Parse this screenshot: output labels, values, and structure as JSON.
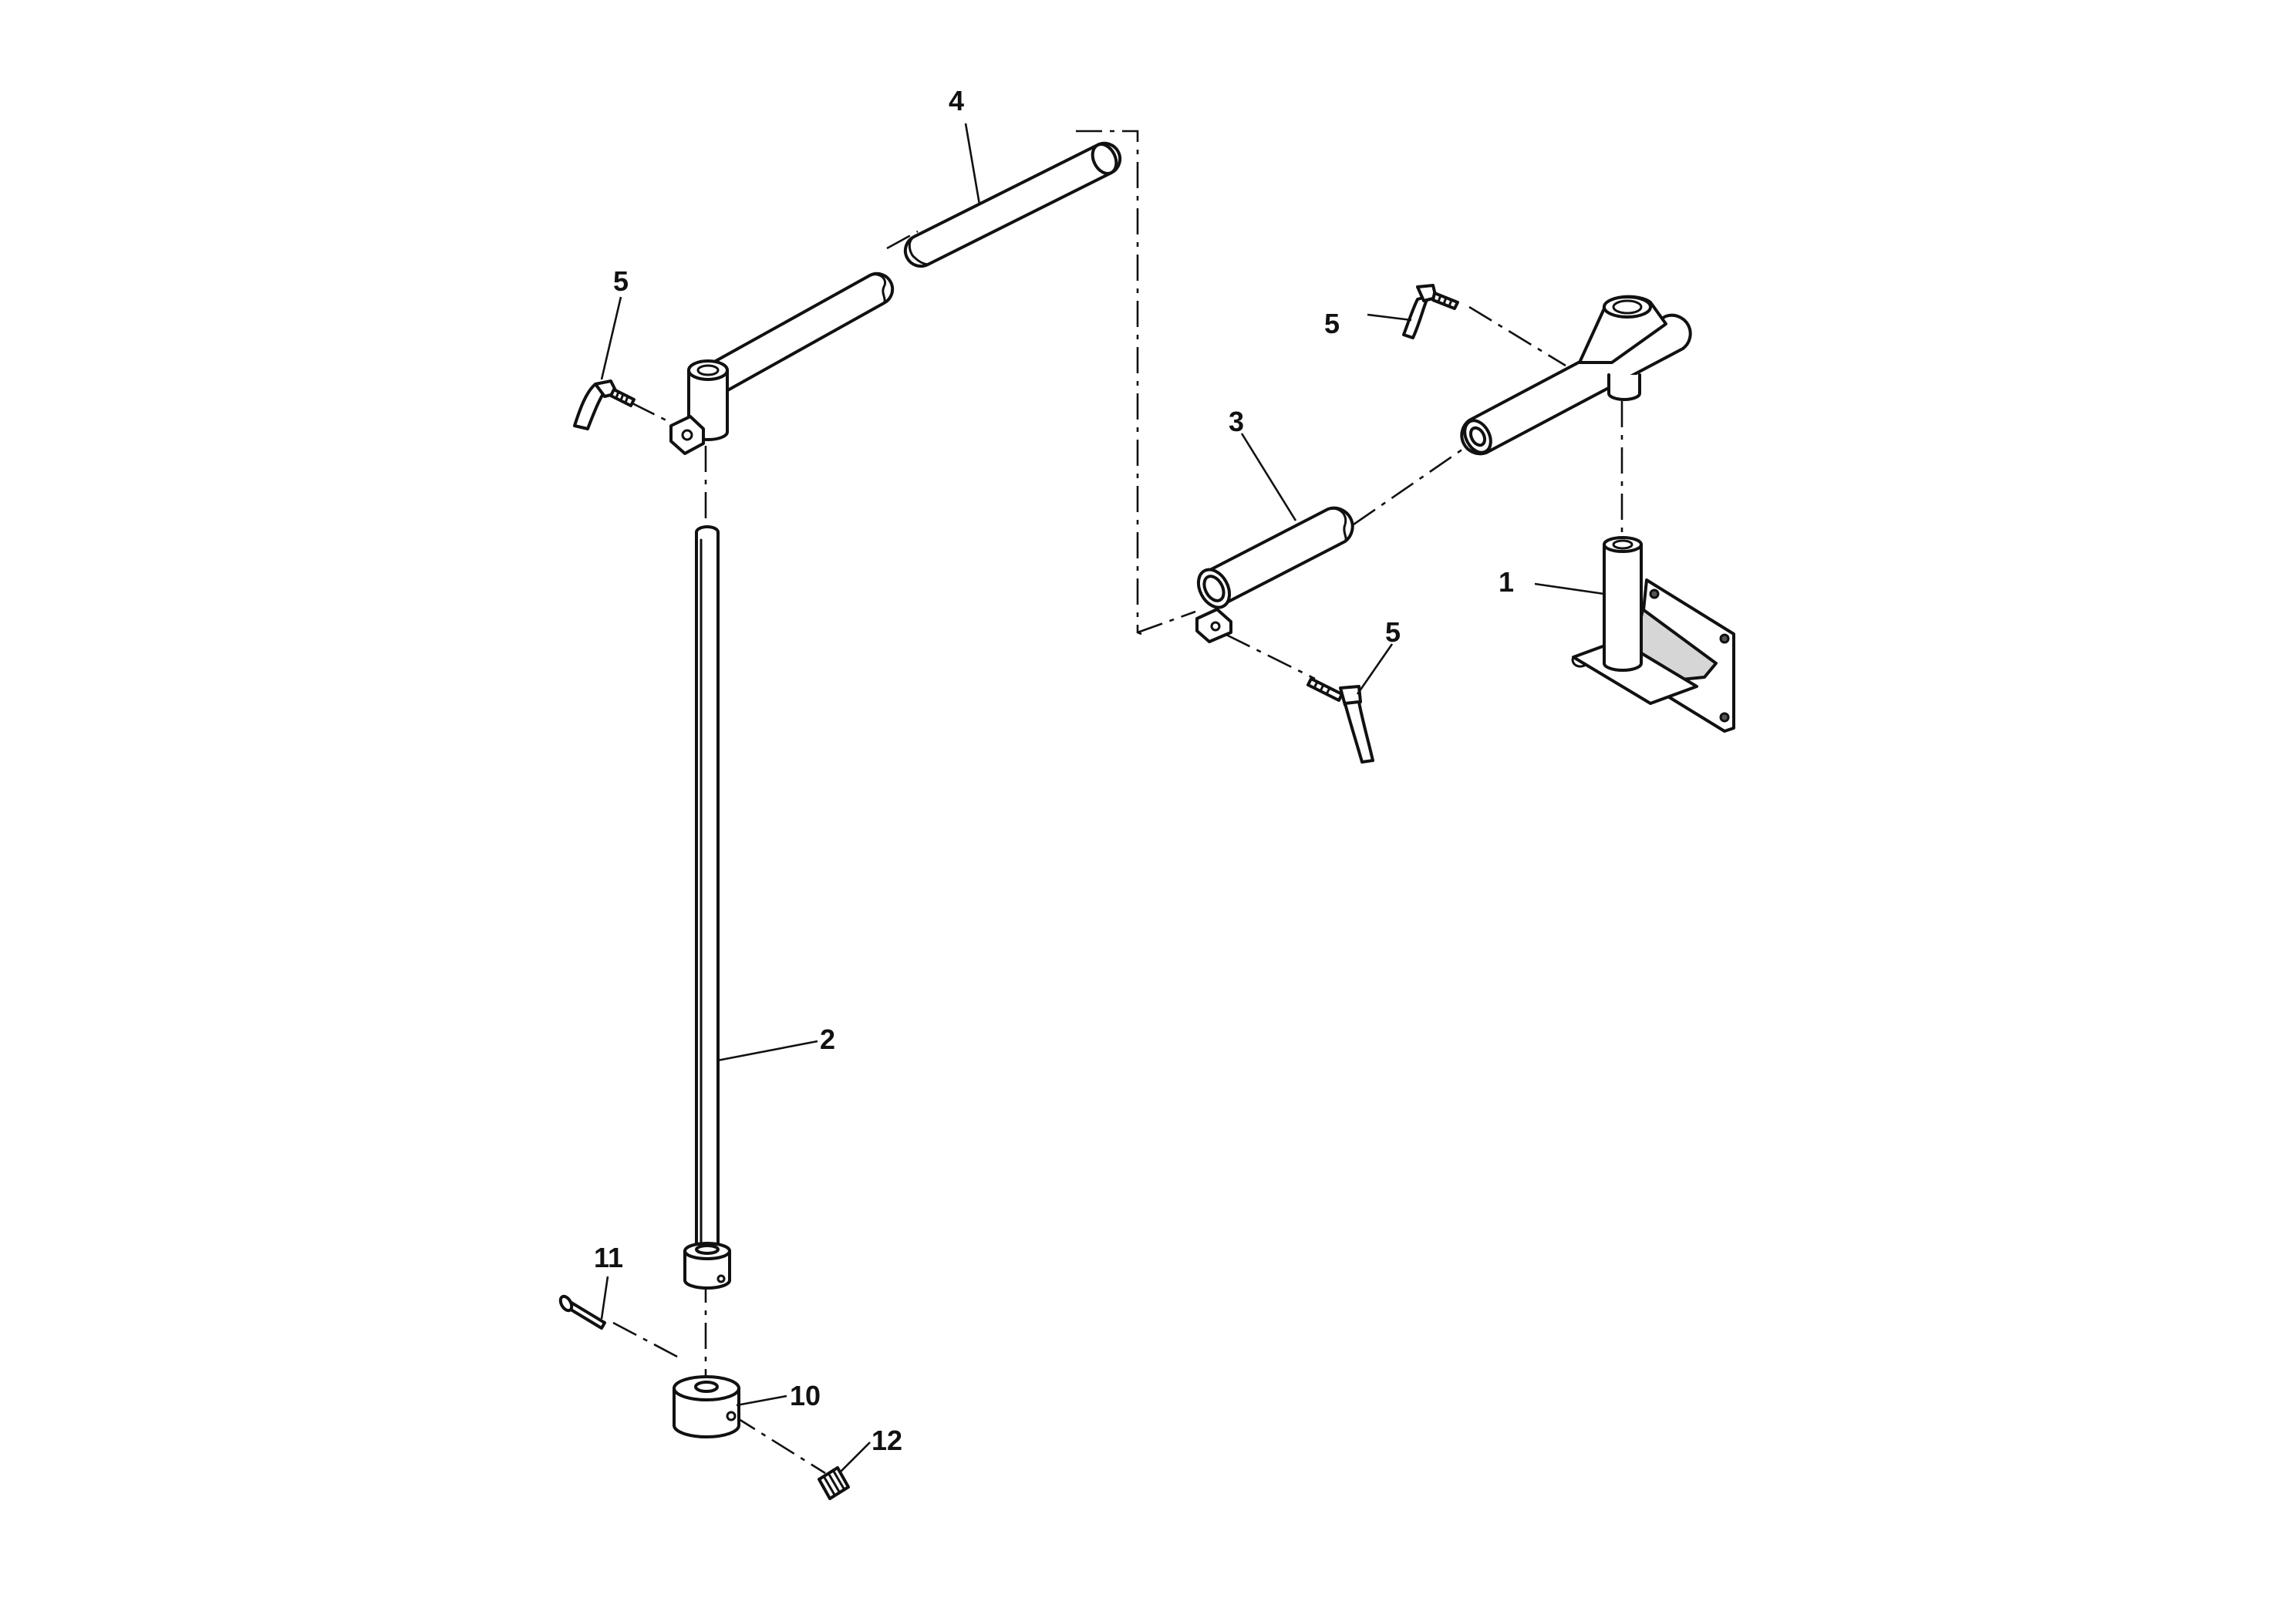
{
  "diagram": {
    "callouts": {
      "c1": "1",
      "c2": "2",
      "c3": "3",
      "c4": "4",
      "c5a": "5",
      "c5b": "5",
      "c5c": "5",
      "c10": "10",
      "c11": "11",
      "c12": "12"
    }
  }
}
